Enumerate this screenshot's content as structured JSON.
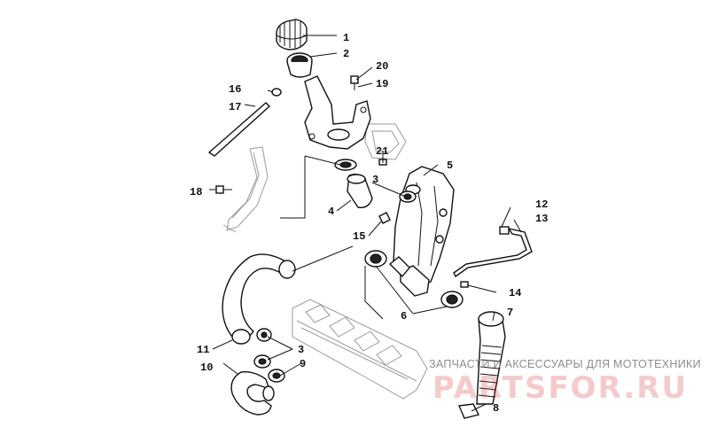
{
  "callouts": {
    "c1": "1",
    "c2": "2",
    "c3a": "3",
    "c3b": "3",
    "c4": "4",
    "c5": "5",
    "c6": "6",
    "c7": "7",
    "c8": "8",
    "c9": "9",
    "c10": "10",
    "c11": "11",
    "c12": "12",
    "c13": "13",
    "c14": "14",
    "c15": "15",
    "c16": "16",
    "c17": "17",
    "c18": "18",
    "c19": "19",
    "c20": "20",
    "c21": "21"
  },
  "watermark": {
    "tagline": "ЗАПЧАСТИ И АКСЕССУАРЫ ДЛЯ МОТОТЕХНИКИ",
    "logo": "PARTSFOR.RU",
    "color": "#d64040"
  }
}
